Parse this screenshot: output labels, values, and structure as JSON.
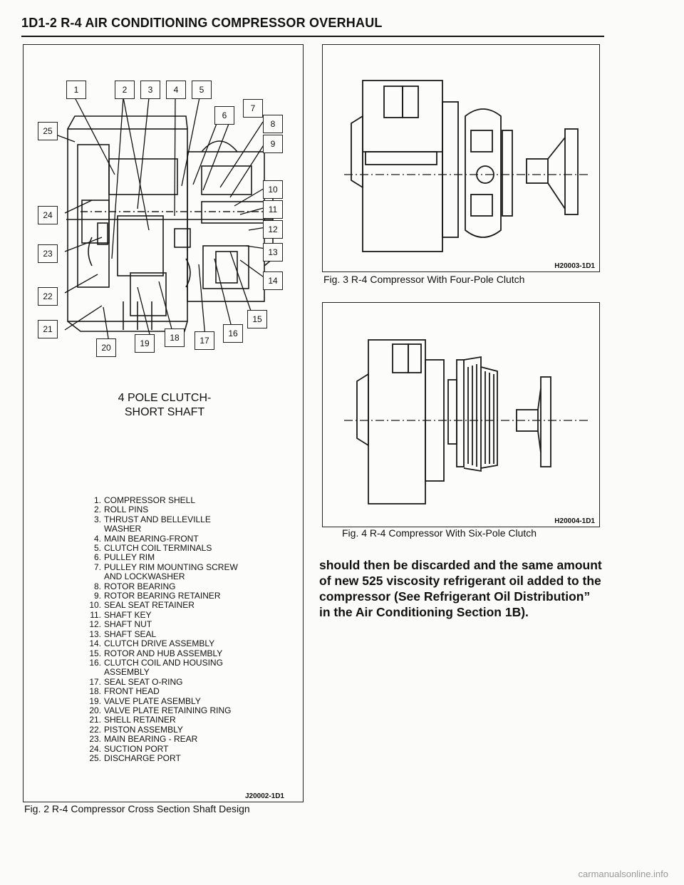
{
  "header": {
    "title": "1D1-2 R-4 AIR CONDITIONING COMPRESSOR OVERHAUL"
  },
  "fig2": {
    "callouts": [
      "1",
      "2",
      "3",
      "4",
      "5",
      "6",
      "7",
      "8",
      "9",
      "10",
      "11",
      "12",
      "13",
      "14",
      "15",
      "16",
      "17",
      "18",
      "19",
      "20",
      "21",
      "22",
      "23",
      "24",
      "25"
    ],
    "diagram_label_line1": "4 POLE CLUTCH-",
    "diagram_label_line2": "SHORT SHAFT",
    "parts": [
      {
        "num": "1.",
        "name": "COMPRESSOR SHELL"
      },
      {
        "num": "2.",
        "name": "ROLL PINS"
      },
      {
        "num": "3.",
        "name": "THRUST AND BELLEVILLE"
      },
      {
        "num": "",
        "name": "WASHER"
      },
      {
        "num": "4.",
        "name": "MAIN BEARING-FRONT"
      },
      {
        "num": "5.",
        "name": "CLUTCH COIL TERMINALS"
      },
      {
        "num": "6.",
        "name": "PULLEY RIM"
      },
      {
        "num": "7.",
        "name": "PULLEY RIM MOUNTING SCREW"
      },
      {
        "num": "",
        "name": "AND LOCKWASHER"
      },
      {
        "num": "8.",
        "name": "ROTOR BEARING"
      },
      {
        "num": "9.",
        "name": "ROTOR BEARING RETAINER"
      },
      {
        "num": "10.",
        "name": "SEAL SEAT RETAINER"
      },
      {
        "num": "11.",
        "name": "SHAFT KEY"
      },
      {
        "num": "12.",
        "name": "SHAFT NUT"
      },
      {
        "num": "13.",
        "name": "SHAFT SEAL"
      },
      {
        "num": "14.",
        "name": "CLUTCH DRIVE ASSEMBLY"
      },
      {
        "num": "15.",
        "name": "ROTOR AND HUB ASSEMBLY"
      },
      {
        "num": "16.",
        "name": "CLUTCH COIL AND HOUSING"
      },
      {
        "num": "",
        "name": "ASSEMBLY"
      },
      {
        "num": "17.",
        "name": "SEAL SEAT O-RING"
      },
      {
        "num": "18.",
        "name": "FRONT HEAD"
      },
      {
        "num": "19.",
        "name": "VALVE PLATE ASEMBLY"
      },
      {
        "num": "20.",
        "name": "VALVE PLATE RETAINING RING"
      },
      {
        "num": "21.",
        "name": "SHELL RETAINER"
      },
      {
        "num": "22.",
        "name": "PISTON ASSEMBLY"
      },
      {
        "num": "23.",
        "name": "MAIN BEARING - REAR"
      },
      {
        "num": "24.",
        "name": "SUCTION PORT"
      },
      {
        "num": "25.",
        "name": "DISCHARGE PORT"
      }
    ],
    "code": "J20002-1D1",
    "caption": "Fig. 2 R-4 Compressor Cross Section Shaft Design"
  },
  "fig3": {
    "code": "H20003-1D1",
    "caption": "Fig. 3 R-4 Compressor With Four-Pole Clutch"
  },
  "fig4": {
    "code": "H20004-1D1",
    "caption": "Fig. 4 R-4 Compressor With Six-Pole Clutch"
  },
  "body_text": "should then be discarded and the same amount of new 525 viscosity refrigerant oil added to the compressor (See Refrigerant Oil Distribution” in the Air Conditioning Section 1B).",
  "footer": {
    "watermark": "carmanualsonline.info"
  }
}
